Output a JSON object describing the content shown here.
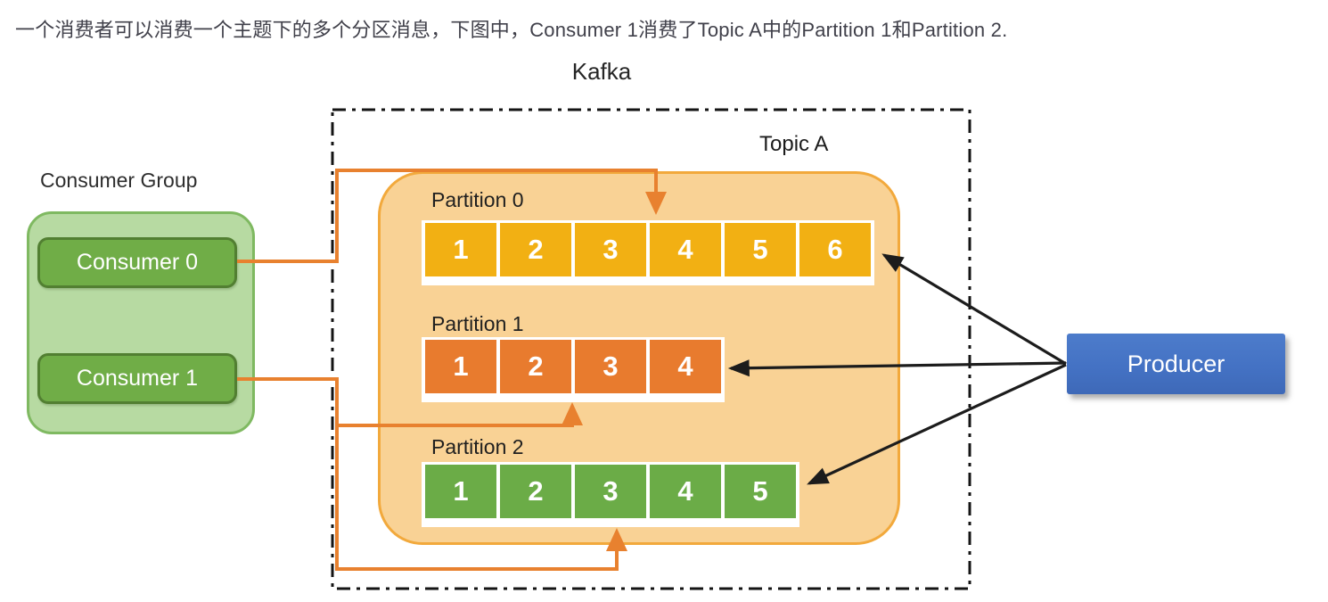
{
  "caption": "一个消费者可以消费一个主题下的多个分区消息，下图中，Consumer 1消费了Topic A中的Partition 1和Partition 2.",
  "kafka": {
    "label": "Kafka"
  },
  "topic": {
    "label": "Topic A"
  },
  "consumer_group": {
    "label": "Consumer Group",
    "consumers": [
      {
        "label": "Consumer 0"
      },
      {
        "label": "Consumer 1"
      }
    ]
  },
  "partitions": [
    {
      "label": "Partition 0",
      "cells": [
        "1",
        "2",
        "3",
        "4",
        "5",
        "6"
      ],
      "color": "#F2B013"
    },
    {
      "label": "Partition 1",
      "cells": [
        "1",
        "2",
        "3",
        "4"
      ],
      "color": "#E87B2E"
    },
    {
      "label": "Partition 2",
      "cells": [
        "1",
        "2",
        "3",
        "4",
        "5"
      ],
      "color": "#6BAC47"
    }
  ],
  "producer": {
    "label": "Producer",
    "color": "#4472C4"
  },
  "colors": {
    "topic_fill": "#F9D295",
    "topic_border": "#F2A93C",
    "group_fill": "#B7DAA2",
    "group_border": "#7FB961",
    "consumer_fill": "#70AD47",
    "connector_orange": "#E8812F",
    "connector_black": "#1C1C1C",
    "kafka_border": "#141414"
  }
}
